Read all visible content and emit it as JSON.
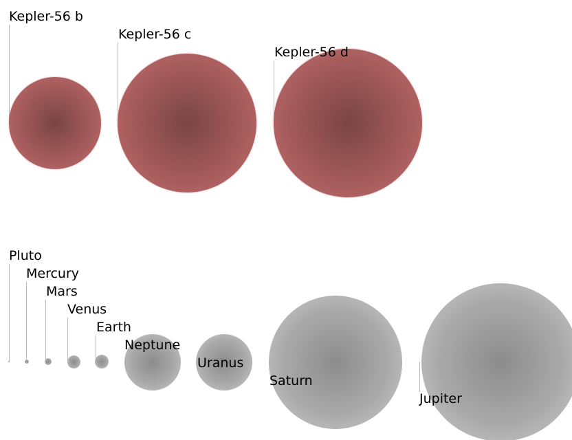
{
  "kepler_system": {
    "planets": [
      {
        "key": "b",
        "label": "Kepler-56 b"
      },
      {
        "key": "c",
        "label": "Kepler-56 c"
      },
      {
        "key": "d",
        "label": "Kepler-56 d"
      }
    ]
  },
  "solar_system": {
    "planets": [
      {
        "key": "pluto",
        "label": "Pluto"
      },
      {
        "key": "mercury",
        "label": "Mercury"
      },
      {
        "key": "mars",
        "label": "Mars"
      },
      {
        "key": "venus",
        "label": "Venus"
      },
      {
        "key": "earth",
        "label": "Earth"
      },
      {
        "key": "neptune",
        "label": "Neptune"
      },
      {
        "key": "uranus",
        "label": "Uranus"
      },
      {
        "key": "saturn",
        "label": "Saturn"
      },
      {
        "key": "jupiter",
        "label": "Jupiter"
      }
    ]
  },
  "colors": {
    "kepler_planet": "#a35a5a",
    "solar_planet": "#a9a9a9",
    "leader_line": "#bbbbbb"
  }
}
